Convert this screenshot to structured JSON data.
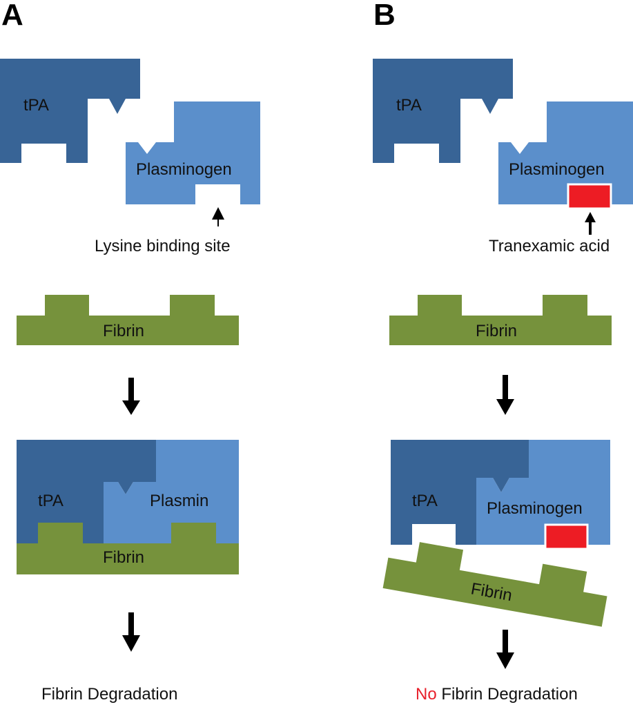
{
  "panels": {
    "a": {
      "letter": "A",
      "tpa_label": "tPA",
      "plasminogen_label": "Plasminogen",
      "lysine_site_label": "Lysine binding site",
      "fibrin_label": "Fibrin",
      "complex_tpa_label": "tPA",
      "complex_plasmin_label": "Plasmin",
      "complex_fibrin_label": "Fibrin",
      "result_label": "Fibrin Degradation"
    },
    "b": {
      "letter": "B",
      "tpa_label": "tPA",
      "plasminogen_label": "Plasminogen",
      "tranexamic_label": "Tranexamic acid",
      "fibrin_label": "Fibrin",
      "complex_tpa_label": "tPA",
      "complex_plasminogen_label": "Plasminogen",
      "complex_fibrin_label": "Fibrin",
      "result_no_label": "No",
      "result_label": " Fibrin Degradation"
    }
  },
  "colors": {
    "tpa": "#386496",
    "plasminogen": "#5b8fcb",
    "fibrin": "#76923c",
    "tranexamic_acid": "#ed1c24",
    "no_highlight": "#e8212c",
    "arrow": "#000000"
  }
}
